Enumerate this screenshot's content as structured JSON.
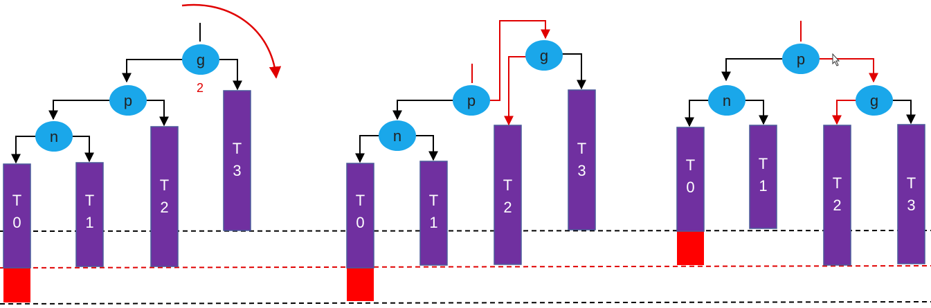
{
  "colors": {
    "node_fill": "#1aa7ea",
    "bar_fill": "#7030a0",
    "bar_stroke": "#4a5a9a",
    "edge": "#000000",
    "highlight": "#e00000",
    "overflow_block": "#ff0000",
    "black_dash": "#000000",
    "red_dash": "#e00000",
    "background": "#ffffff"
  },
  "panels": [
    {
      "id": "before",
      "nodes": {
        "g": "g",
        "p": "p",
        "n": "n"
      },
      "subtrees": {
        "t0": "T\n0",
        "t1": "T\n1",
        "t2": "T\n2",
        "t3": "T\n3"
      },
      "annotation": "2"
    },
    {
      "id": "rotating",
      "nodes": {
        "g": "g",
        "p": "p",
        "n": "n"
      },
      "subtrees": {
        "t0": "T\n0",
        "t1": "T\n1",
        "t2": "T\n2",
        "t3": "T\n3"
      }
    },
    {
      "id": "after",
      "nodes": {
        "p": "p",
        "n": "n",
        "g": "g"
      },
      "subtrees": {
        "t0": "T\n0",
        "t1": "T\n1",
        "t2": "T\n2",
        "t3": "T\n3"
      }
    }
  ],
  "icons": {
    "rotation_arrow": "clockwise-arc-arrow-icon",
    "cursor": "mouse-pointer-icon"
  }
}
